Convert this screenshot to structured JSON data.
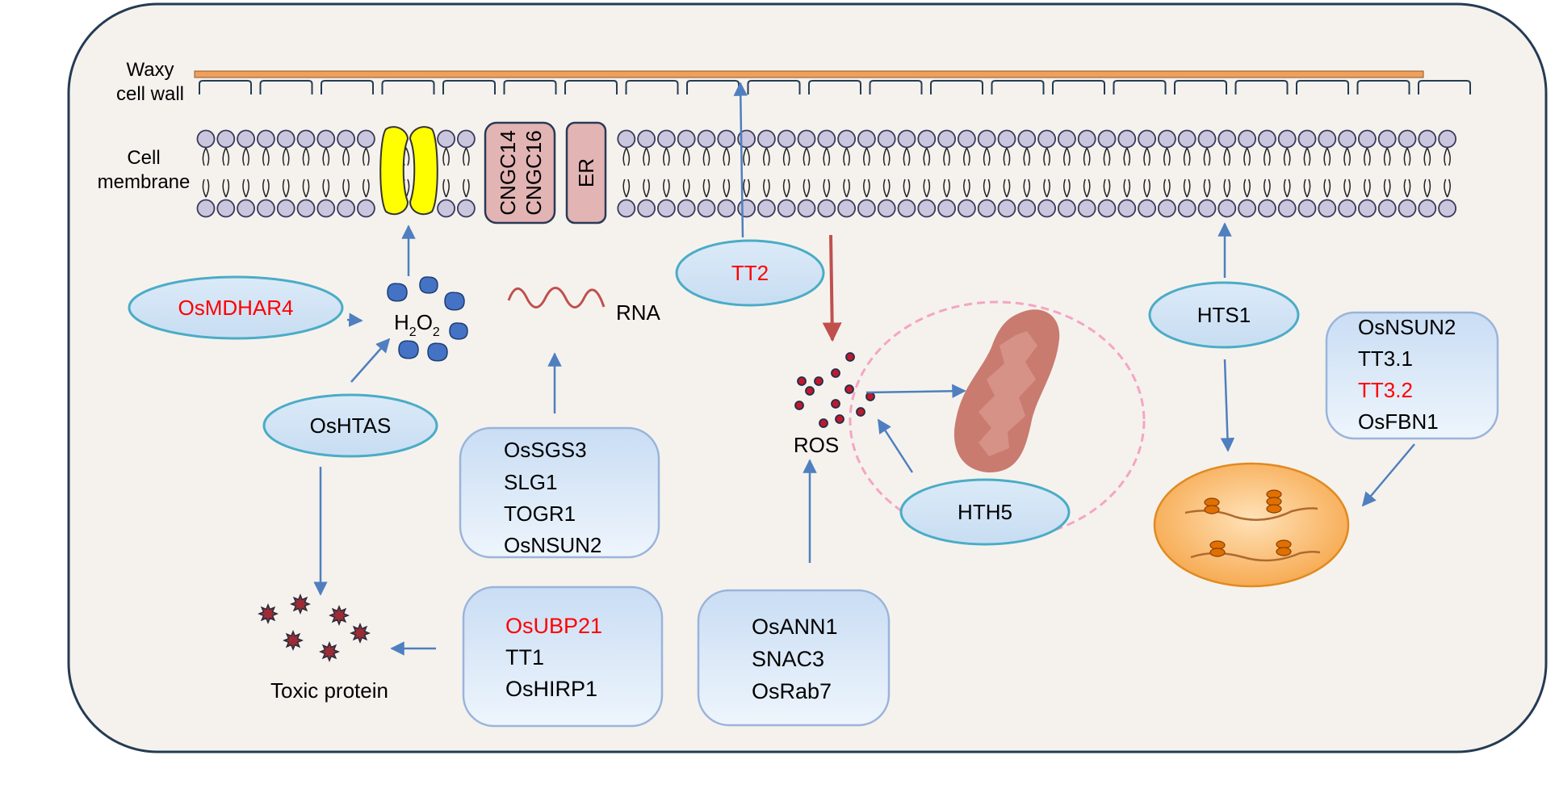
{
  "colors": {
    "cell_fill": "#f5f2ee",
    "cell_stroke": "#243b53",
    "wall_bar": "#f0a05a",
    "lipid_head": "#c9c6de",
    "channel_fill": "#e3b4b4",
    "aquaporin": "#ffff00",
    "arrow_blue": "#4f7fbf",
    "arrow_red": "#c0504d",
    "ellipse_stroke": "#4bacc6",
    "ellipse_fill": "#dcecf8",
    "box_fill": "#d6e6f7",
    "box_stroke": "#9ab4da",
    "highlight_text": "#ff0000",
    "h2o2_blob": "#4472c4",
    "toxic_protein": "#9b2c36",
    "ros_dot": "#c0182c",
    "mito_fill": "#c97b70",
    "nucleus_ring": "#f4a6c3",
    "ribosome_cell": "#f8b45a",
    "ribosome": "#e07000"
  },
  "labels": {
    "waxy_wall_line1": "Waxy",
    "waxy_wall_line2": "cell wall",
    "membrane_line1": "Cell",
    "membrane_line2": "membrane",
    "cngc14": "CNGC14",
    "cngc16": "CNGC16",
    "er": "ER",
    "h2o2_h": "H",
    "h2o2_2a": "2",
    "h2o2_o": "O",
    "h2o2_2b": "2",
    "rna": "RNA",
    "ros": "ROS",
    "toxic_protein": "Toxic protein"
  },
  "ellipses": {
    "osmdhar4": "OsMDHAR4",
    "oshtas": "OsHTAS",
    "tt2": "TT2",
    "hth5": "HTH5",
    "hts1": "HTS1"
  },
  "boxes": {
    "rna_group": [
      "OsSGS3",
      "SLG1",
      "TOGR1",
      "OsNSUN2"
    ],
    "protein_group": [
      "OsUBP21",
      "TT1",
      "OsHIRP1"
    ],
    "ros_group": [
      "OsANN1",
      "SNAC3",
      "OsRab7"
    ],
    "ribosome_group": [
      "OsNSUN2",
      "TT3.1",
      "TT3.2",
      "OsFBN1"
    ]
  }
}
